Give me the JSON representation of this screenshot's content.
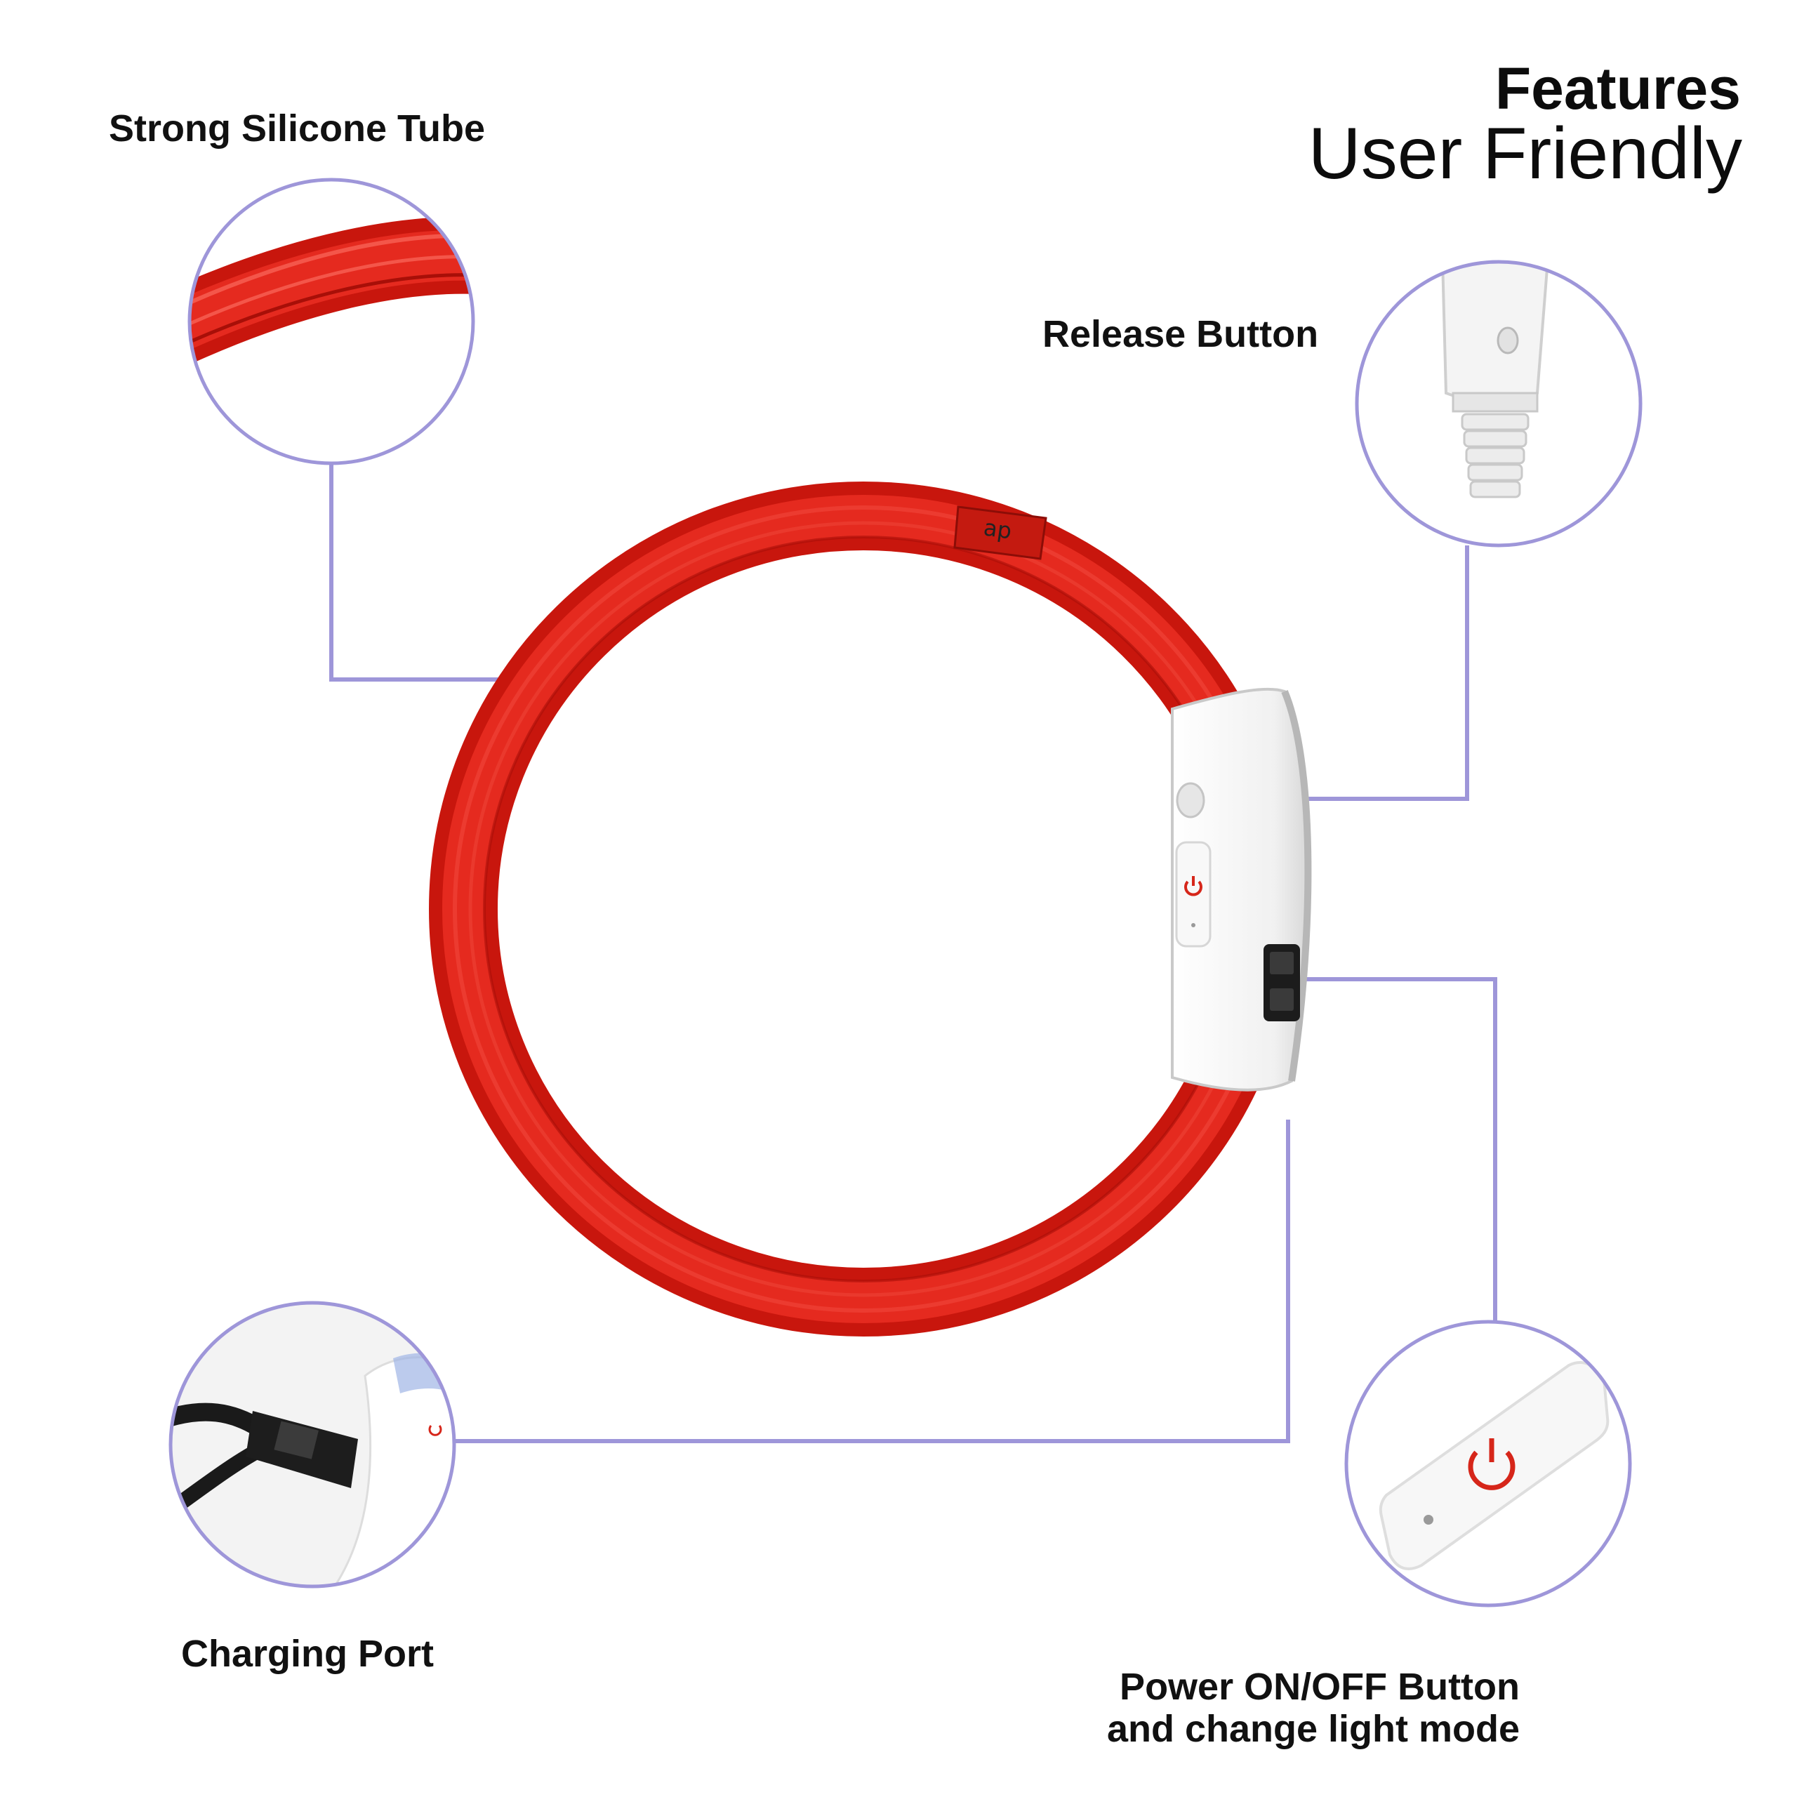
{
  "header": {
    "title": "Features",
    "subtitle": "User Friendly"
  },
  "callouts": {
    "tube": "Strong Silicone Tube",
    "release": "Release Button",
    "charging": "Charging Port",
    "power_line1": "Power ON/OFF Button",
    "power_line2": "and change light mode"
  },
  "colors": {
    "accent_line": "#9e96d9",
    "collar_red": "#d91c12",
    "module_white": "#f4f4f4"
  },
  "icons": [
    "power-icon",
    "usb-cable-icon"
  ]
}
